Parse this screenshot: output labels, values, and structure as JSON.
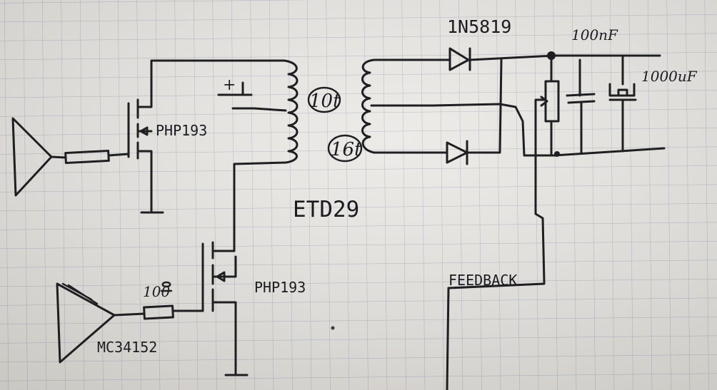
{
  "labels": {
    "diode_top": "1N5819",
    "cap_small": "100nF",
    "cap_big": "1000uF",
    "turns_primary": "10t",
    "turns_secondary": "16t",
    "mosfet_top": "PHP193",
    "mosfet_bottom": "PHP193",
    "transformer": "ETD29",
    "resistor_gate": "100",
    "controller": "MC34152",
    "feedback": "FEEDBACK",
    "cap_plus": "+"
  },
  "colors": {
    "paper": "#e9e7e3",
    "grid": "#a9aebd",
    "ink": "#1f1f22"
  }
}
